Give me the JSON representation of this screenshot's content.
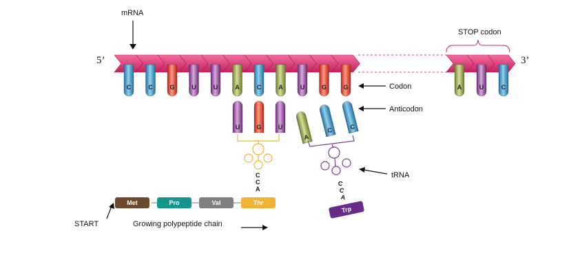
{
  "labels": {
    "mrna": "mRNA",
    "five_prime": "5’",
    "three_prime": "3’",
    "stop_codon": "STOP codon",
    "codon": "Codon",
    "anticodon": "Anticodon",
    "trna": "tRNA",
    "start": "START",
    "growing_chain": "Growing polypeptide chain",
    "cca": [
      "C",
      "C",
      "A"
    ]
  },
  "mrna_bases": [
    "C",
    "C",
    "G",
    "U",
    "U",
    "A",
    "C",
    "A",
    "U",
    "G",
    "G"
  ],
  "stop_bases": [
    "A",
    "U",
    "C"
  ],
  "trna1": {
    "anticodon": [
      "U",
      "G",
      "U"
    ],
    "amino_acid": "Thr"
  },
  "trna2": {
    "anticodon": [
      "A",
      "C",
      "C"
    ],
    "amino_acid": "Trp"
  },
  "polypeptide": [
    "Met",
    "Pro",
    "Val",
    "Thr"
  ],
  "colors": {
    "backbone": "#e0407a",
    "C": "#3d9ac8",
    "G": "#e4443a",
    "U": "#9b4a9c",
    "A": "#9aa64a",
    "Met": "#6b4a2e",
    "Pro": "#14958f",
    "Val": "#808080",
    "Thr": "#f2b233",
    "Trp": "#6a2a8a",
    "trna1_line": "#f2b233",
    "trna2_line": "#7a3a9a"
  }
}
